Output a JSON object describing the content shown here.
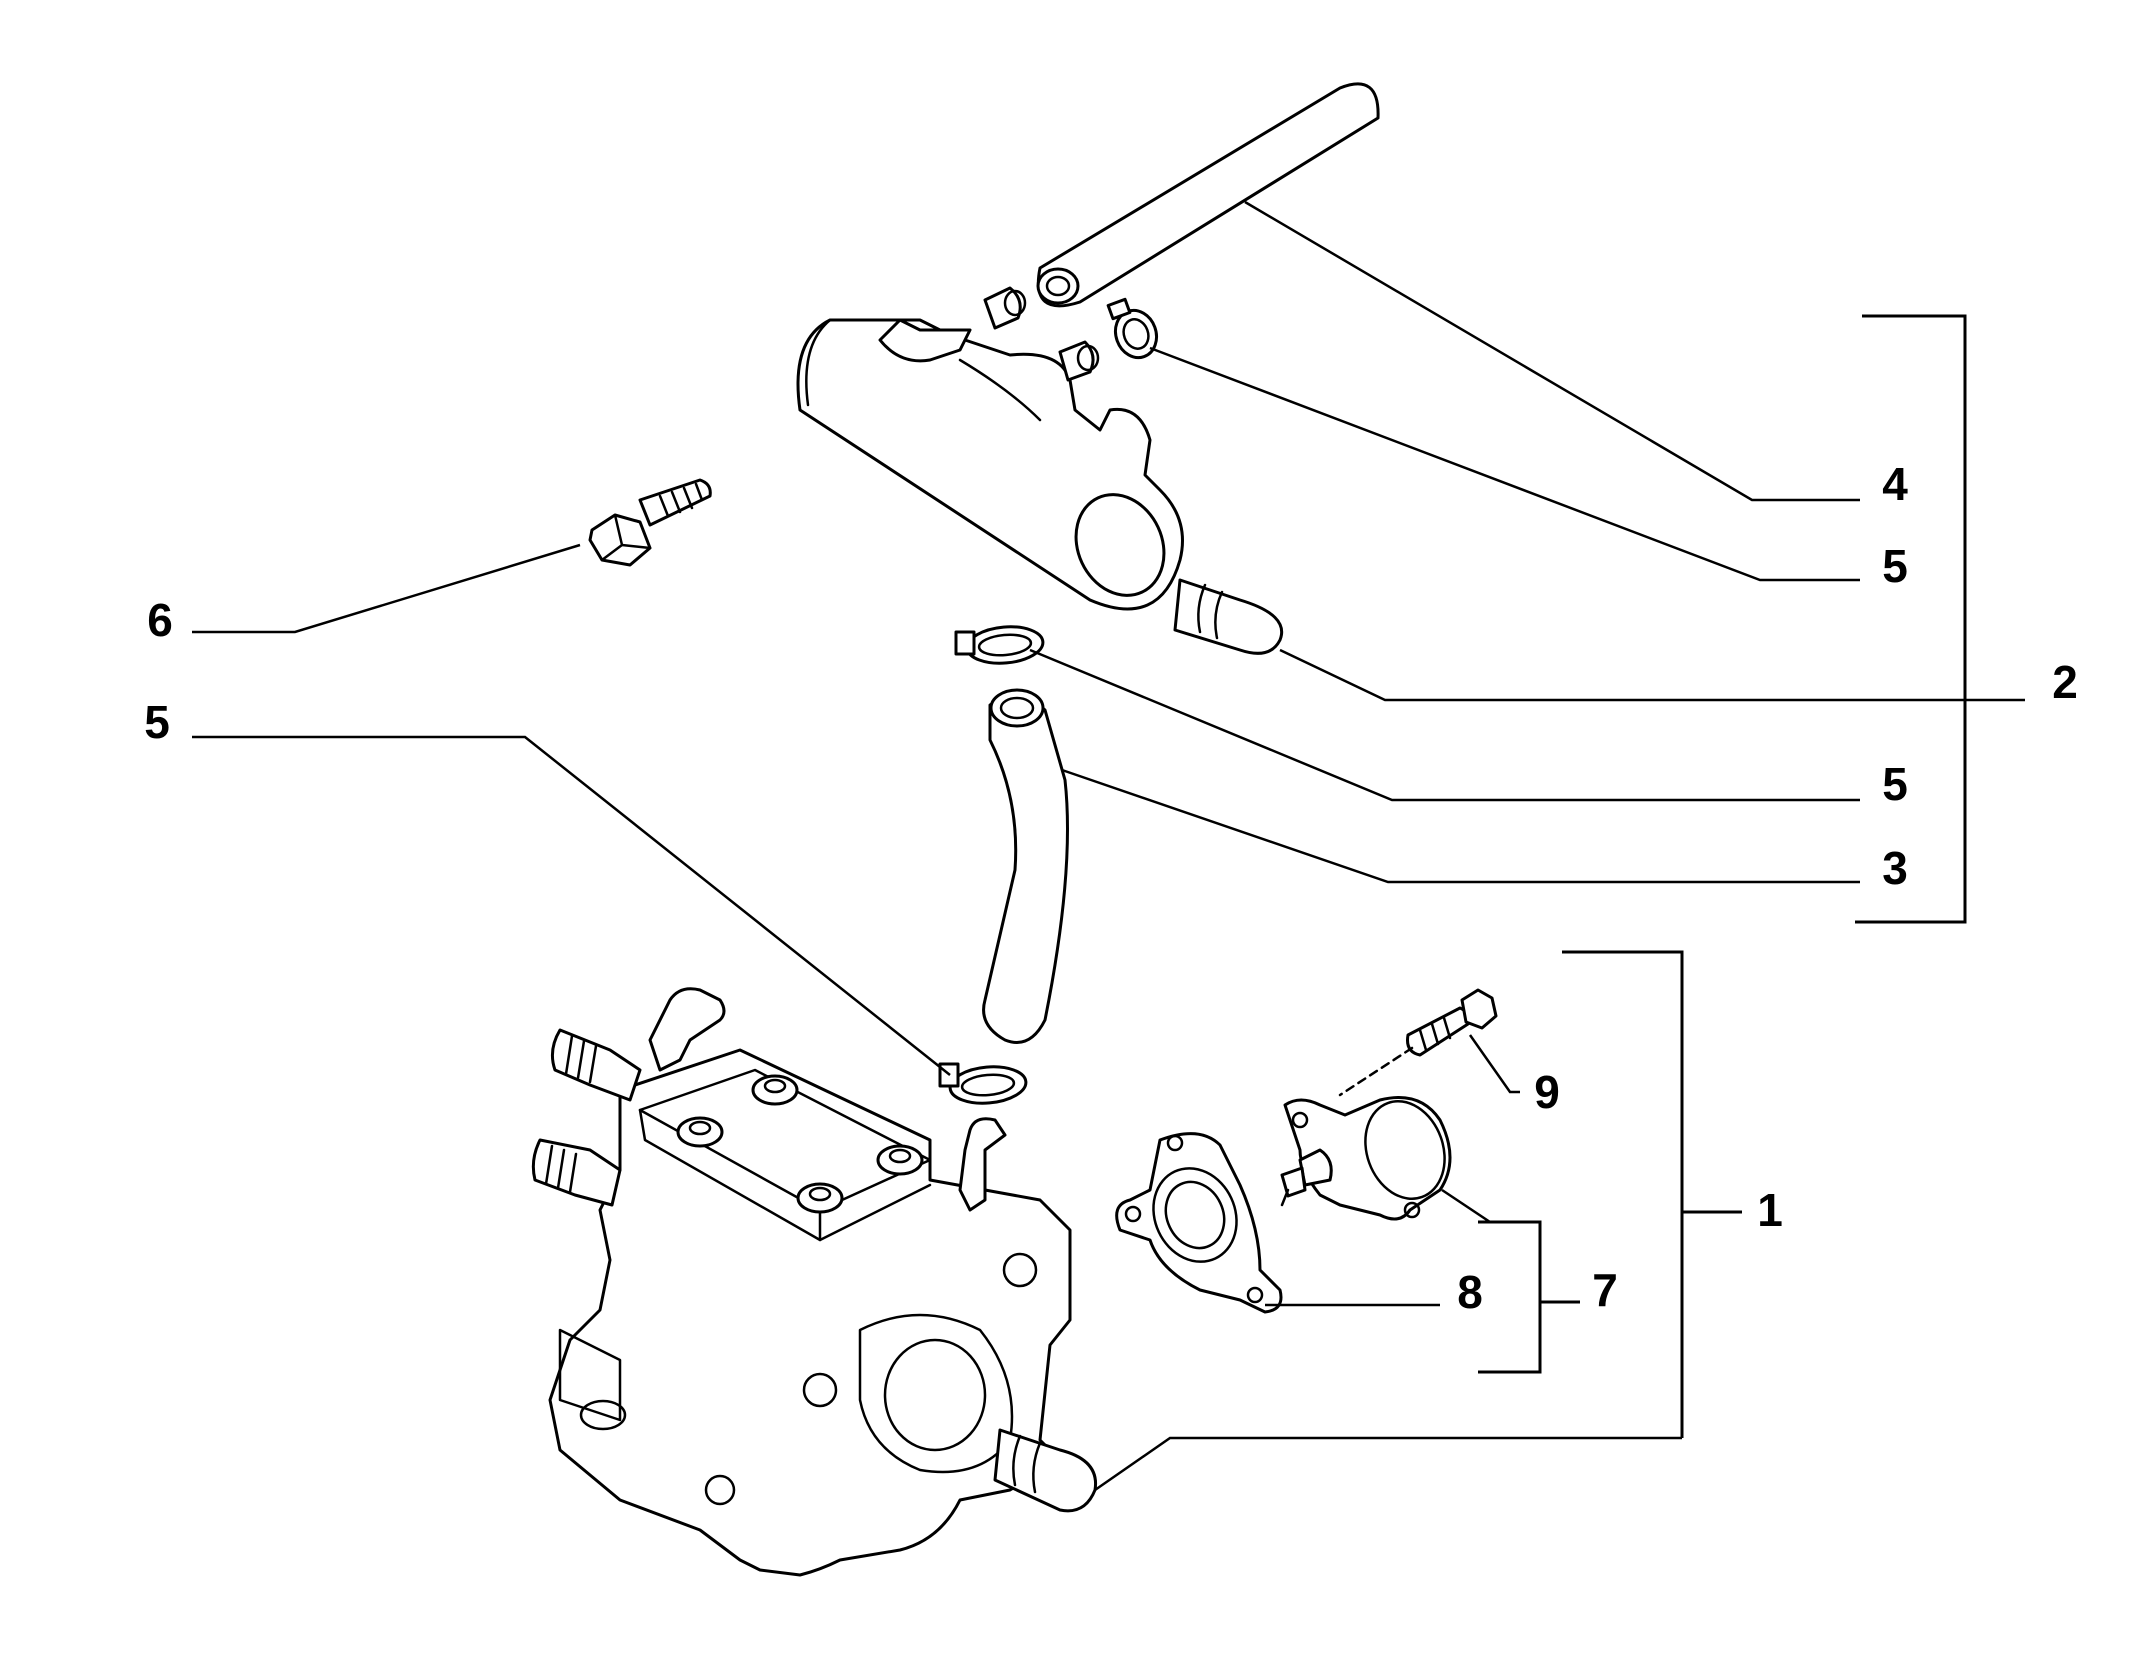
{
  "callouts": {
    "c1": "1",
    "c2": "2",
    "c3": "3",
    "c4": "4",
    "c5_a": "5",
    "c5_b": "5",
    "c5_c": "5",
    "c6": "6",
    "c7": "7",
    "c8": "8",
    "c9": "9"
  },
  "colors": {
    "line": "#000000",
    "background": "#ffffff"
  }
}
